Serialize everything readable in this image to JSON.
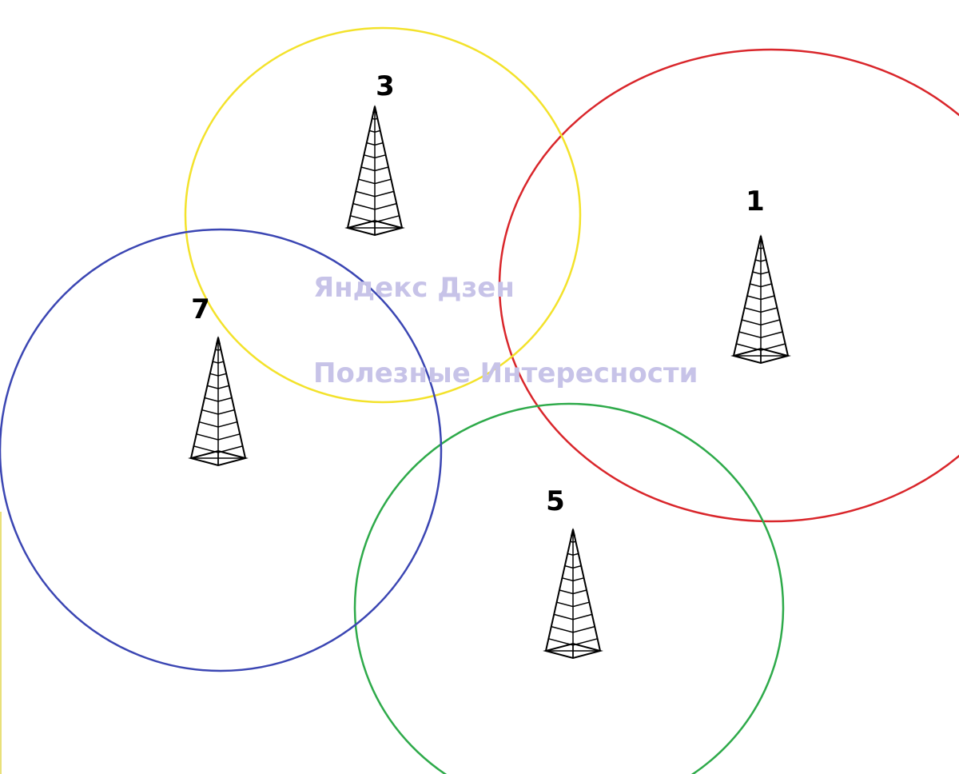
{
  "towers": [
    {
      "id": "1",
      "label": "1",
      "ring_color": "#d9262b"
    },
    {
      "id": "3",
      "label": "3",
      "ring_color": "#f3e22b"
    },
    {
      "id": "5",
      "label": "5",
      "ring_color": "#2eaa4a"
    },
    {
      "id": "7",
      "label": "7",
      "ring_color": "#3b46b3"
    }
  ],
  "watermark": {
    "line1": "Яндекс Дзен",
    "line2": "Полезные Интересности",
    "color": "#c7c3e8"
  },
  "icons": {
    "tower": "cell-tower-icon"
  }
}
